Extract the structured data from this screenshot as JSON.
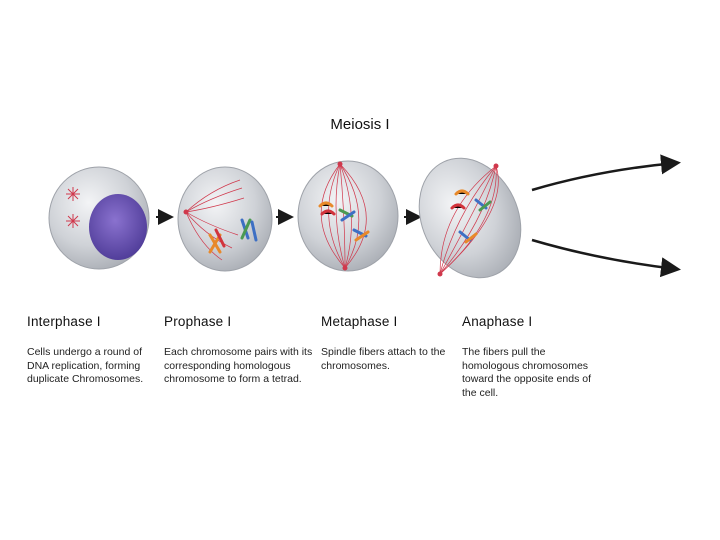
{
  "title": "Meiosis I",
  "stages": [
    {
      "name": "Interphase I",
      "description": "Cells undergo a round of DNA replication, forming duplicate Chromosomes."
    },
    {
      "name": "Prophase I",
      "description": "Each chromosome pairs with its corresponding homologous chromosome to form a tetrad."
    },
    {
      "name": "Metaphase I",
      "description": "Spindle fibers attach to the chromosomes."
    },
    {
      "name": "Anaphase I",
      "description": "The fibers pull the homologous chromosomes toward the opposite ends of the cell."
    }
  ],
  "colors": {
    "cell_fill": "#c9cdd3",
    "cell_highlight": "#eef0f3",
    "nucleus": "#6e56b8",
    "spindle": "#d0384c",
    "arrow": "#1a1a1a",
    "chrom_orange": "#e8892a",
    "chrom_blue": "#3d6fc4",
    "chrom_red": "#d2343c",
    "chrom_green": "#4b9a52"
  }
}
